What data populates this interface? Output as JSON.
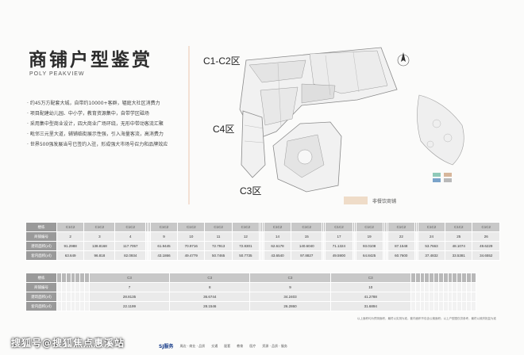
{
  "page": {
    "title": "商铺户型鉴赏",
    "subtitle": "POLY PEAKVIEW"
  },
  "bullets": [
    "· 约45万方配套大城，自带约10000+客群，辐庭大社区消费力",
    "· 项目配建幼儿园、中小学，教育资源集中，自带学区磁场",
    "· 采用集中型商业设计，四大商业广场环绕，无形中带动客流汇聚",
    "· 毗邻三元里大道，辅铺临街展示性强，引入海量客流，高消费力",
    "· 世界500强发展当号已签约入驻，形成强大市场号召力和品牌效应"
  ],
  "zones": {
    "c1c2": "C1-C2区",
    "c4": "C4区",
    "c3": "C3区"
  },
  "legend": {
    "non_food": "非餐饮商铺"
  },
  "table1": {
    "labels": [
      "楼栋",
      "商铺编号",
      "建筑面积(㎡)",
      "套内面积(㎡)"
    ],
    "groups": [
      {
        "building": [
          "C1C2",
          "C1C2",
          "C1C2"
        ],
        "no": [
          "2",
          "3",
          "4"
        ],
        "area": [
          "91.2988",
          "138.8168",
          "117.7057"
        ],
        "inner": [
          "63.649",
          "96.818",
          "82.0934"
        ]
      },
      {
        "building": [
          "C1C2",
          "C1C2",
          "C1C2",
          "C1C2"
        ],
        "no": [
          "9",
          "10",
          "11",
          "12"
        ],
        "area": [
          "61.9445",
          "70.9716",
          "72.7913",
          "72.8301"
        ],
        "inner": [
          "43.1866",
          "49.4779",
          "50.7465",
          "50.7735"
        ]
      },
      {
        "building": [
          "C1C2",
          "C1C2"
        ],
        "no": [
          "14",
          "15"
        ],
        "area": [
          "62.6178",
          "140.6040"
        ],
        "inner": [
          "43.6540",
          "97.8827"
        ]
      },
      {
        "building": [
          "C1C2"
        ],
        "no": [
          "17"
        ],
        "area": [
          "71.1324"
        ],
        "inner": [
          "49.5900"
        ]
      },
      {
        "building": [
          "C1C2"
        ],
        "no": [
          "19"
        ],
        "area": [
          "93.0108"
        ],
        "inner": [
          "64.8425"
        ]
      },
      {
        "building": [
          "C1C2"
        ],
        "no": [
          "22"
        ],
        "area": [
          "87.1548"
        ],
        "inner": [
          "60.7600"
        ]
      },
      {
        "building": [
          "C1C2",
          "C1C2",
          "C1C2"
        ],
        "no": [
          "24",
          "25",
          "26"
        ],
        "area": [
          "53.7663",
          "48.1074",
          "49.6229"
        ],
        "inner": [
          "37.4832",
          "33.5381",
          "34.6552"
        ]
      }
    ]
  },
  "table2": {
    "labels": [
      "楼栋",
      "商铺编号",
      "建筑面积(㎡)",
      "套内面积(㎡)"
    ],
    "building": [
      "C3",
      "C3",
      "C3",
      "C3"
    ],
    "no": [
      "7",
      "8",
      "9",
      "10"
    ],
    "area": [
      "28.8135",
      "36.6744",
      "34.2403",
      "41.2788"
    ],
    "inner": [
      "22.1199",
      "28.1546",
      "26.2860",
      "31.6894"
    ]
  },
  "note": "以上面积均为预测面积，最终以实测为准，套内面积不包含公摊面积；以上户型图仅供参考，最终以政府批复为准",
  "watermark": "搜狐号@搜狐焦点惠溪站",
  "footer": {
    "logo": "SJ服务",
    "items": [
      "周边 · 商业 · 品质",
      "交通",
      "配套",
      "教育",
      "医疗",
      "资源 · 品质 · 服务"
    ]
  },
  "colors": {
    "accent_food": "#efdcc8",
    "legend_green": "#8fc9b8",
    "legend_blue": "#7aa3c9",
    "legend_tan": "#d7b69b"
  }
}
